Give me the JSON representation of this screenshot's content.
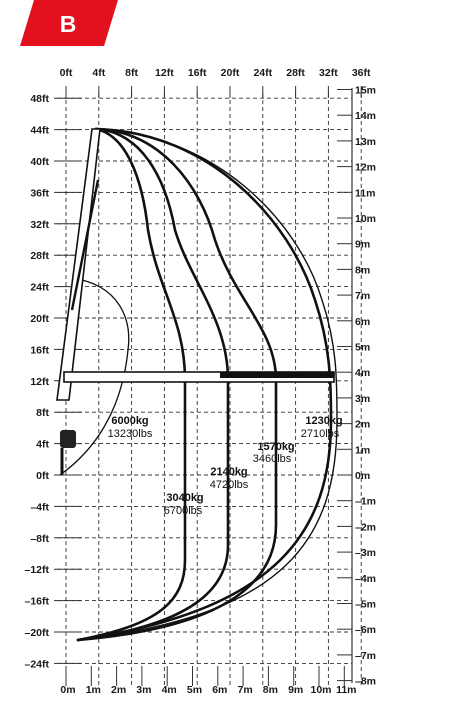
{
  "badge": {
    "letter": "B",
    "color": "#e3101d"
  },
  "colors": {
    "grid": "#333333",
    "curve": "#111111",
    "background": "#ffffff"
  },
  "diagram": {
    "top_ft_labels": [
      "0ft",
      "4ft",
      "8ft",
      "12ft",
      "16ft",
      "20ft",
      "24ft",
      "28ft",
      "32ft",
      "36ft"
    ],
    "bottom_m_labels": [
      "0m",
      "1m",
      "2m",
      "3m",
      "4m",
      "5m",
      "6m",
      "7m",
      "8m",
      "9m",
      "10m",
      "11m"
    ],
    "left_ft_labels": [
      "48ft",
      "44ft",
      "40ft",
      "36ft",
      "32ft",
      "28ft",
      "24ft",
      "20ft",
      "16ft",
      "12ft",
      "8ft",
      "4ft",
      "0ft",
      "–4ft",
      "–8ft",
      "–12ft",
      "–16ft",
      "–20ft",
      "–24ft"
    ],
    "right_m_labels": [
      "15m",
      "14m",
      "13m",
      "12m",
      "11m",
      "10m",
      "9m",
      "8m",
      "7m",
      "6m",
      "5m",
      "4m",
      "3m",
      "2m",
      "1m",
      "0m",
      "–1m",
      "–2m",
      "–3m",
      "–4m",
      "–5m",
      "–6m",
      "–7m",
      "–8m"
    ],
    "loads": [
      {
        "kg": "6000kg",
        "lbs": "13230lbs"
      },
      {
        "kg": "3040kg",
        "lbs": "6700lbs"
      },
      {
        "kg": "2140kg",
        "lbs": "4720lbs"
      },
      {
        "kg": "1570kg",
        "lbs": "3460lbs"
      },
      {
        "kg": "1230kg",
        "lbs": "2710lbs"
      }
    ]
  }
}
